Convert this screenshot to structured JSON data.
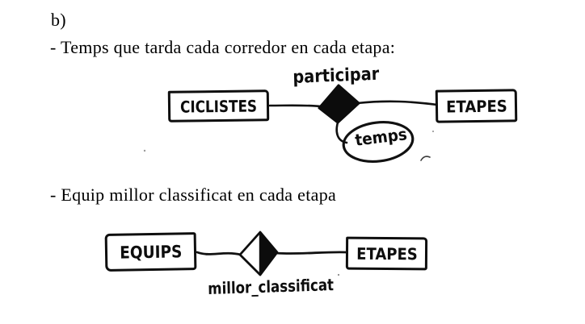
{
  "page": {
    "background_color": "#ffffff",
    "ink_color": "#111111"
  },
  "texts": {
    "section_label": "b)",
    "statement1": "- Temps que tarda cada corredor en cada etapa:",
    "statement2": "- Equip millor classificat en cada etapa"
  },
  "diagram1": {
    "entity_left": "CICLISTES",
    "relationship": "participar",
    "attribute": "temps",
    "entity_right": "ETAPES"
  },
  "diagram2": {
    "entity_left": "EQUIPS",
    "relationship": "millor_classificat",
    "entity_right": "ETAPES"
  }
}
